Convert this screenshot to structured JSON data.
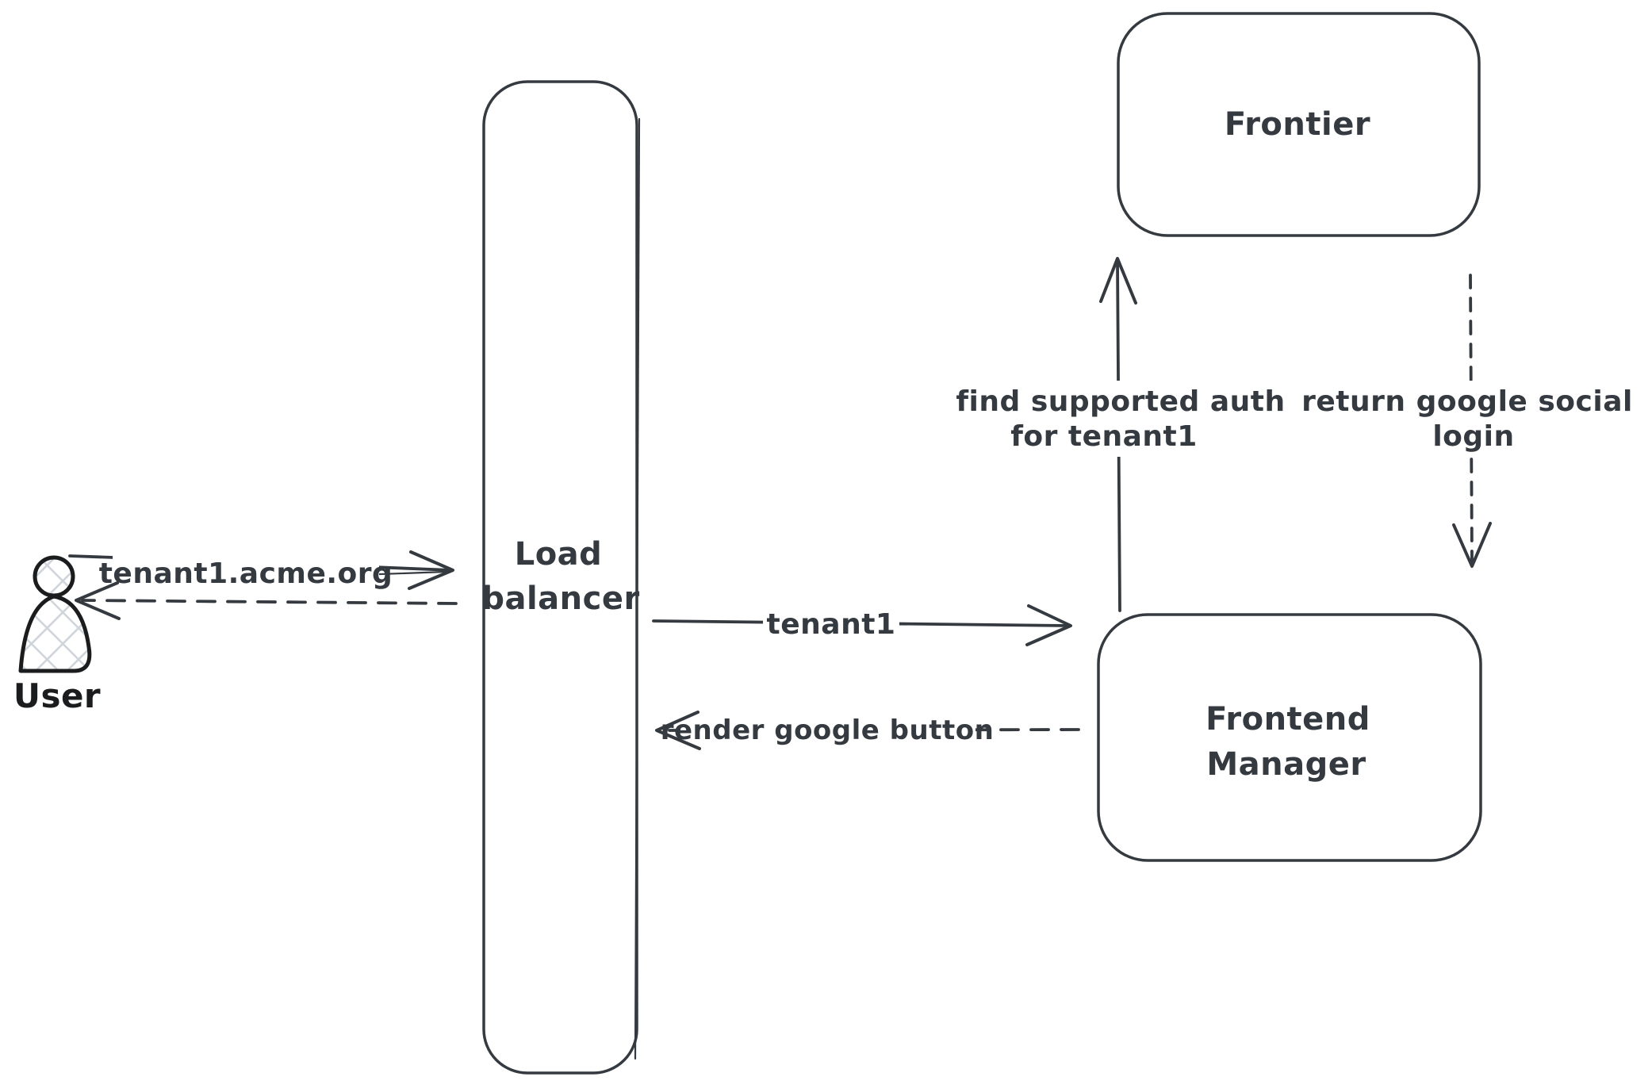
{
  "theme": {
    "background": "#ffffff",
    "stroke": "#343a40",
    "actor_stroke": "#1a1c1e",
    "hatch": "#ced4da"
  },
  "actor": {
    "label": "User"
  },
  "nodes": {
    "load_balancer": {
      "line1": "Load",
      "line2": "balancer"
    },
    "frontier": {
      "label": "Frontier"
    },
    "frontend_manager": {
      "line1": "Frontend",
      "line2": "Manager"
    }
  },
  "edges": {
    "user_to_lb": {
      "label": "tenant1.acme.org",
      "style": "solid",
      "direction": "right"
    },
    "lb_to_user": {
      "style": "dashed",
      "direction": "left"
    },
    "lb_to_fm": {
      "label": "tenant1",
      "style": "solid",
      "direction": "right"
    },
    "fm_to_lb": {
      "label": "render google button",
      "style": "dashed",
      "direction": "left"
    },
    "fm_to_frontier": {
      "label": "find supported auth for tenant1",
      "line1": "find supported auth",
      "line2": "for tenant1",
      "style": "solid",
      "direction": "up"
    },
    "frontier_to_fm": {
      "label": "return google social login",
      "line1": "return google social",
      "line2": "login",
      "style": "dashed",
      "direction": "down"
    }
  }
}
